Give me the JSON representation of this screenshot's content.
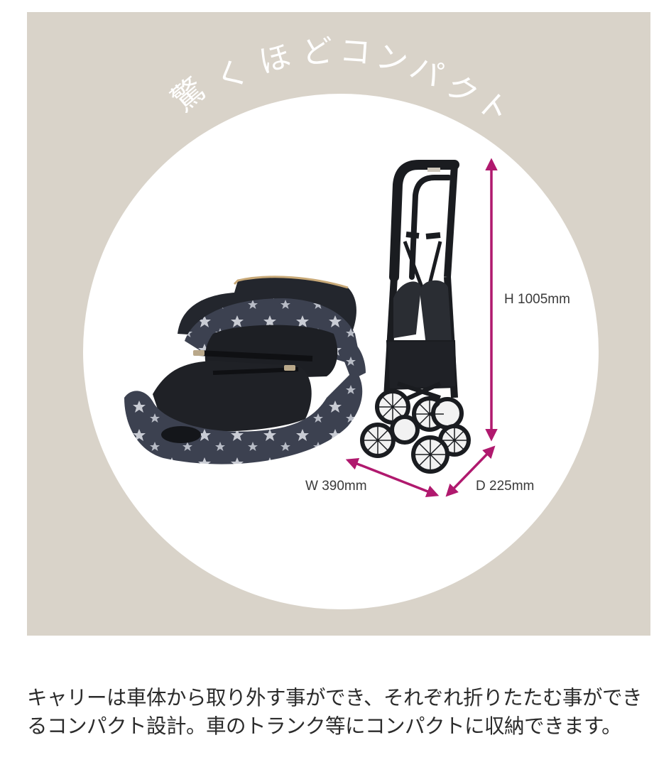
{
  "panel": {
    "background_color": "#d9d3c9",
    "circle_color": "#ffffff",
    "title": {
      "text": "驚くほどコンパクト",
      "chars": [
        "驚",
        "く",
        "ほ",
        "ど",
        "コ",
        "ン",
        "パ",
        "ク",
        "ト"
      ]
    },
    "dimensions": {
      "height_label": "H 1005mm",
      "width_label": "W 390mm",
      "depth_label": "D 225mm",
      "arrow_color": "#b0196e"
    },
    "images": {
      "carrier": "folded-carrier-photo",
      "stroller": "folded-stroller-frame-photo"
    }
  },
  "description": {
    "text": "キャリーは車体から取り外す事ができ、それぞれ折りたたむ事ができるコンパクト設計。車のトランク等にコンパクトに収納できます。"
  }
}
